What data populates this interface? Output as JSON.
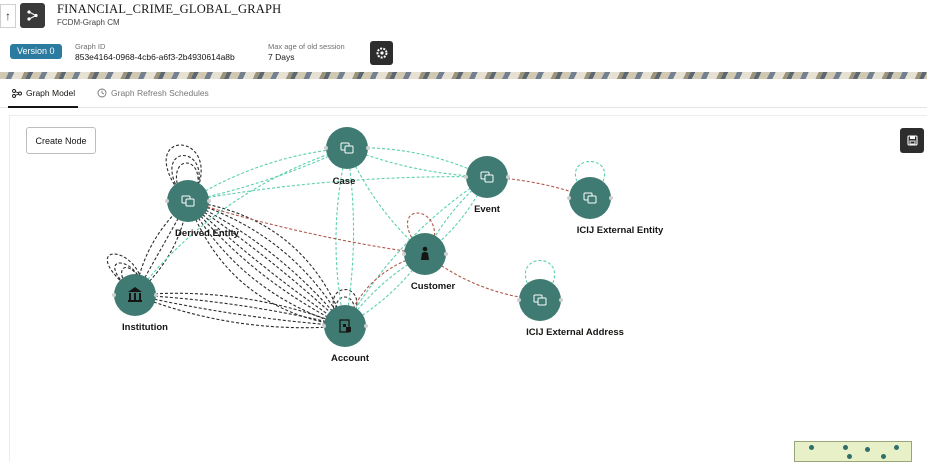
{
  "header": {
    "title": "FINANCIAL_CRIME_GLOBAL_GRAPH",
    "subtitle": "FCDM-Graph CM",
    "back_glyph": "↑",
    "version_label": "Version 0",
    "graph_id_label": "Graph ID",
    "graph_id_value": "853e4164-0968-4cb6-a6f3-2b4930614a8b",
    "max_age_label": "Max age of old session",
    "max_age_value": "7 Days"
  },
  "tabs": [
    {
      "label": "Graph Model",
      "icon": "graph-model-icon",
      "active": true
    },
    {
      "label": "Graph Refresh Schedules",
      "icon": "schedule-icon",
      "active": false
    }
  ],
  "toolbar": {
    "create_node_label": "Create Node",
    "save_icon": "save-icon"
  },
  "graph": {
    "node_color": "#3f7b72",
    "nodes": [
      {
        "id": "case",
        "label": "Case",
        "icon": "entity-icon"
      },
      {
        "id": "event",
        "label": "Event",
        "icon": "entity-icon"
      },
      {
        "id": "derived_entity",
        "label": "Derived Entity",
        "icon": "entity-icon"
      },
      {
        "id": "icij_external_entity",
        "label": "ICIJ External Entity",
        "icon": "entity-icon"
      },
      {
        "id": "customer",
        "label": "Customer",
        "icon": "person-icon"
      },
      {
        "id": "institution",
        "label": "Institution",
        "icon": "bank-icon"
      },
      {
        "id": "icij_external_address",
        "label": "ICIJ External Address",
        "icon": "entity-icon"
      },
      {
        "id": "account",
        "label": "Account",
        "icon": "account-icon"
      }
    ],
    "edge_colors": {
      "black": "#2b2b2b",
      "teal": "#5ccfb0",
      "red": "#b0594a"
    }
  }
}
